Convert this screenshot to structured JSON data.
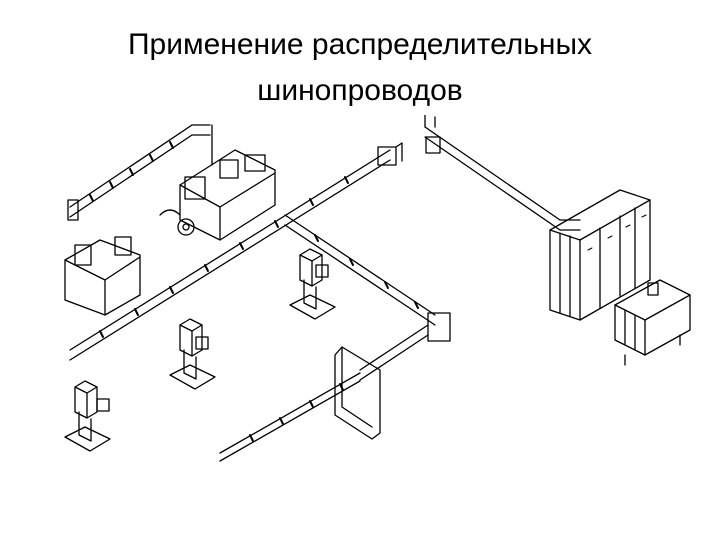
{
  "slide": {
    "title_line1": "Применение распределительных",
    "title_line2": "шинопроводов"
  },
  "colors": {
    "background": "#ffffff",
    "ink": "#000000"
  },
  "illustration": {
    "kind": "isometric line drawing",
    "components": [
      "busway-trunk",
      "busway-branch",
      "tap-off-boxes",
      "machine-tools",
      "switchgear-cabinets",
      "transformer",
      "partition-wall"
    ]
  }
}
